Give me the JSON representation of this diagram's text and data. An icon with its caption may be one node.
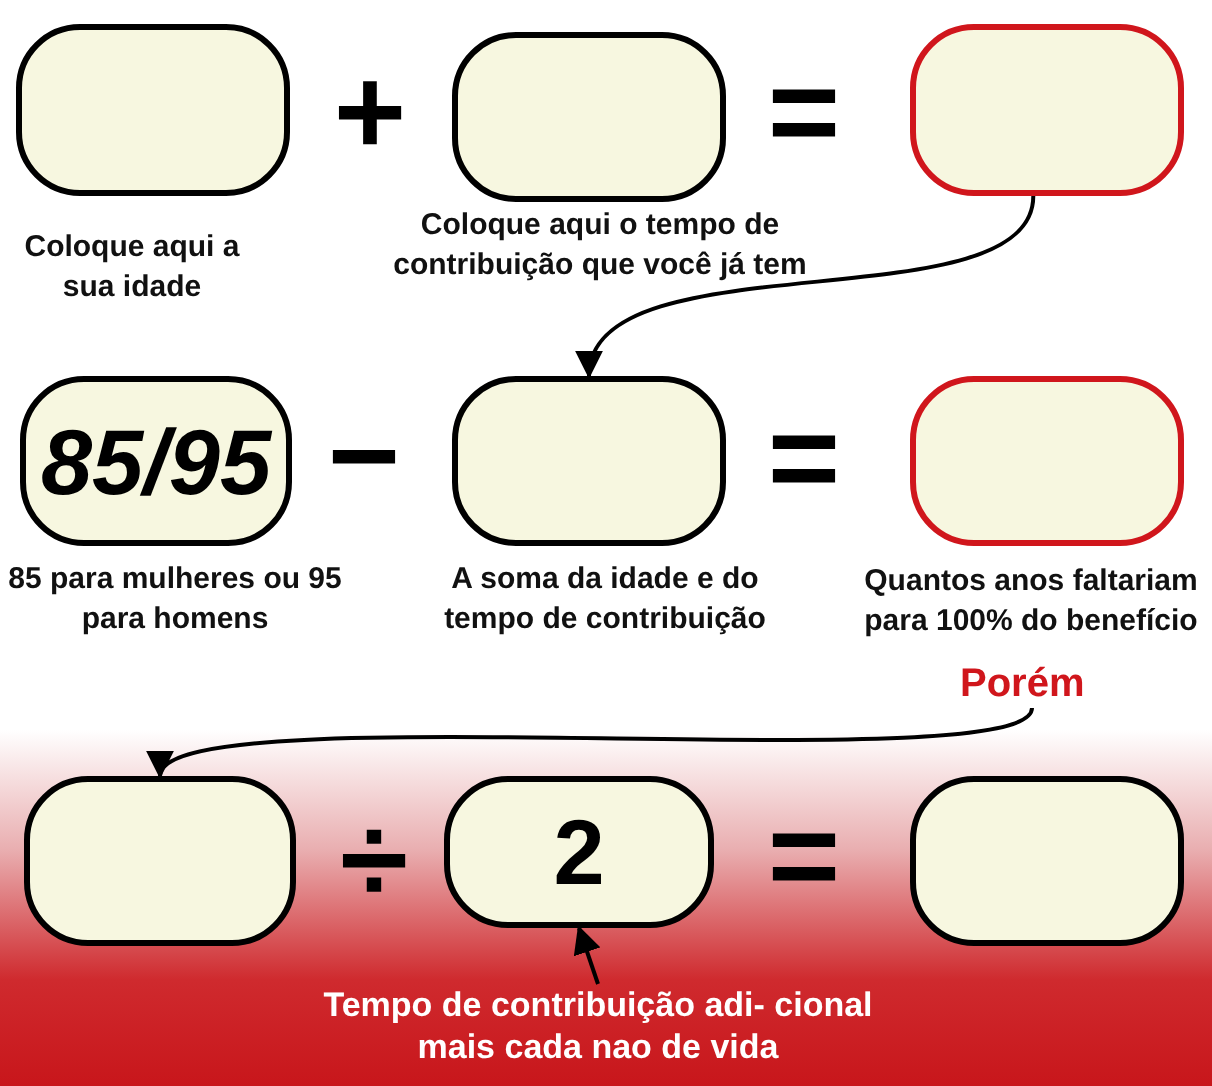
{
  "diagram": {
    "nodes": [
      {
        "text": [],
        "shape": "box",
        "beside": [
          "Coloque aqui a sua idade"
        ]
      },
      {
        "text": [],
        "shape": "box",
        "beside": [
          "Coloque aqui o tempo de contribuição que você já tem"
        ]
      },
      {
        "text": [],
        "shape": "box"
      },
      {
        "text": [
          "85/95"
        ],
        "beside": [
          "85 para mulheres ou 95 para homens"
        ]
      },
      {
        "text": [],
        "shape": "box",
        "beside": [
          "A soma da idade e do tempo de contribuição"
        ]
      },
      {
        "text": [],
        "shape": "box",
        "beside": [
          "Quantos anos faltariam para 100% do benefício"
        ]
      },
      {
        "text": [
          "Porém"
        ]
      },
      {
        "text": [],
        "shape": "box"
      },
      {
        "text": [
          "2"
        ]
      },
      {
        "text": [],
        "shape": "box"
      },
      {
        "text": [
          "Tempo de contribuição adi- cional mais cada nao de vida"
        ]
      }
    ],
    "edges": [
      {
        "from": 2,
        "to": 4,
        "arrow": "to"
      },
      {
        "from": 6,
        "to": 7,
        "arrow": "to"
      },
      {
        "from": 10,
        "to": 8,
        "arrow": "to"
      }
    ],
    "labels": [
      "+",
      "=",
      "−",
      "=",
      "÷",
      "="
    ]
  }
}
